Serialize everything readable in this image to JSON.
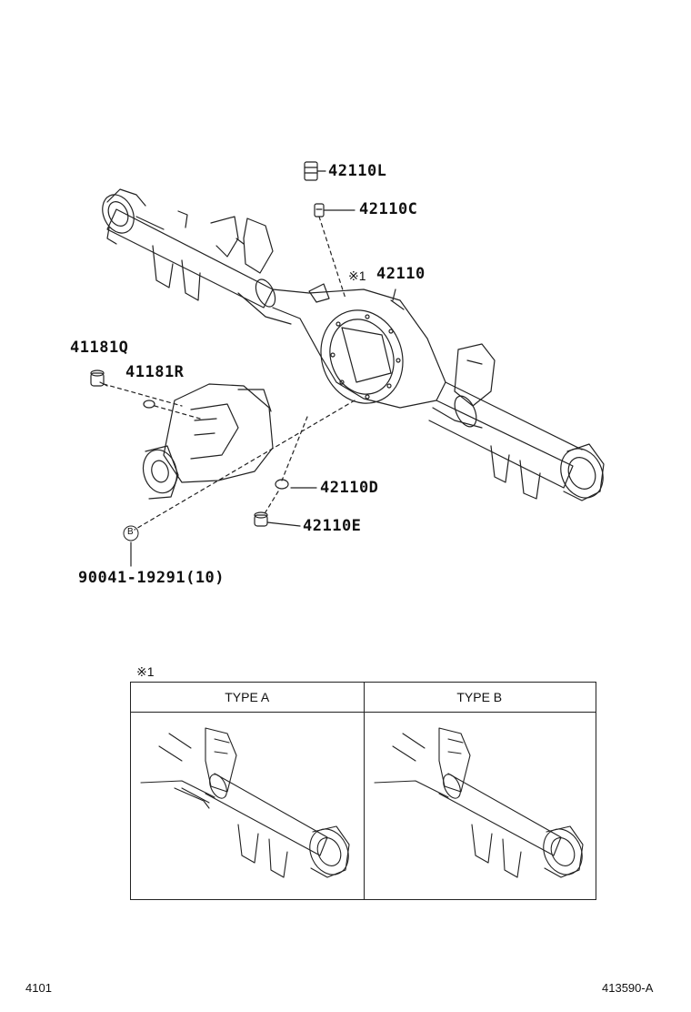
{
  "callouts": {
    "p42110L": "42110L",
    "p42110C": "42110C",
    "note_mark": "※1",
    "p42110": "42110",
    "p41181Q": "41181Q",
    "p41181R": "41181R",
    "p42110D": "42110D",
    "p42110E": "42110E",
    "b_marker": "B",
    "p90041": "90041-19291(10)"
  },
  "detail_box": {
    "note_mark": "※1",
    "type_a": "TYPE A",
    "type_b": "TYPE B"
  },
  "footer": {
    "left_code": "4101",
    "right_code": "413590-A"
  }
}
